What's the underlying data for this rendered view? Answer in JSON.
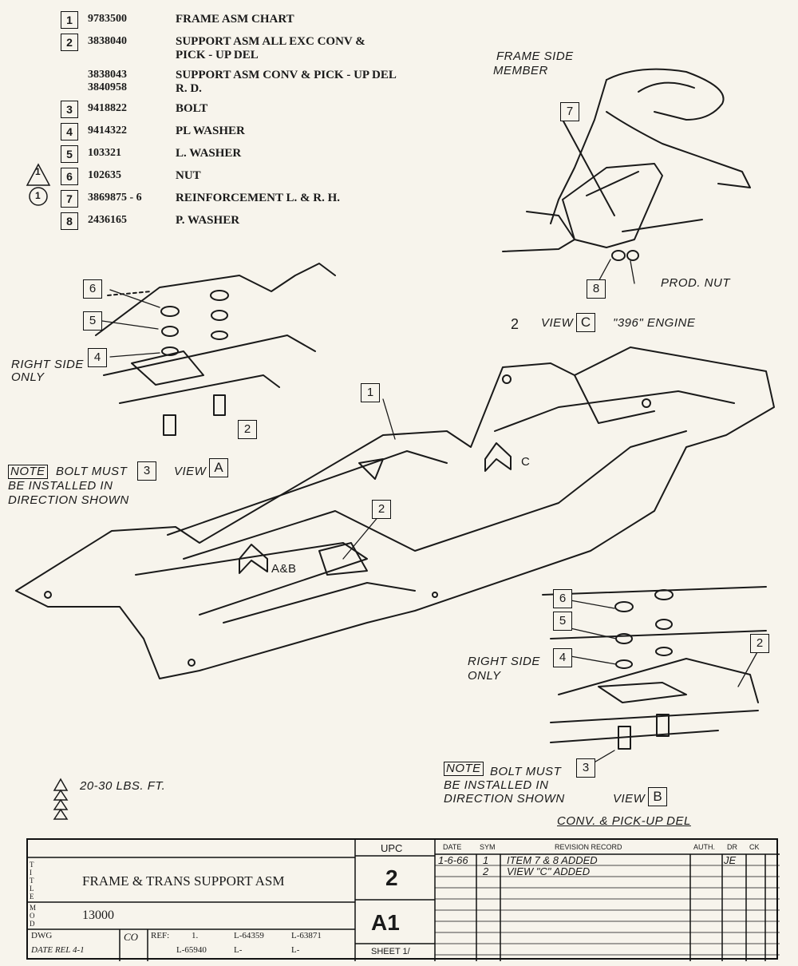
{
  "parts": [
    {
      "item": "1",
      "part_no": "9783500",
      "desc": "FRAME ASM CHART",
      "mark": ""
    },
    {
      "item": "2",
      "part_no": "3838040",
      "desc": "SUPPORT ASM ALL EXC CONV &",
      "desc2": "PICK - UP DEL",
      "mark": ""
    },
    {
      "item": "",
      "part_no": "3838043",
      "part_no2": "3840958",
      "desc": "SUPPORT ASM CONV & PICK - UP DEL",
      "desc2": "R. D.",
      "mark": ""
    },
    {
      "item": "3",
      "part_no": "9418822",
      "desc": "BOLT",
      "mark": ""
    },
    {
      "item": "4",
      "part_no": "9414322",
      "desc": "PL WASHER",
      "mark": ""
    },
    {
      "item": "5",
      "part_no": "103321",
      "desc": "L. WASHER",
      "mark": ""
    },
    {
      "item": "6",
      "part_no": "102635",
      "desc": "NUT",
      "mark": "1"
    },
    {
      "item": "7",
      "part_no": "3869875 - 6",
      "desc": "REINFORCEMENT L. & R. H.",
      "mark": "1"
    },
    {
      "item": "8",
      "part_no": "2436165",
      "desc": "P. WASHER",
      "mark": ""
    }
  ],
  "view_c": {
    "frame_side": "FRAME SIDE",
    "member": "MEMBER",
    "prod_nut": "PROD. NUT",
    "num": "2",
    "view": "VIEW",
    "letter": "C",
    "engine": "\"396\" ENGINE",
    "callout7": "7",
    "callout8": "8"
  },
  "view_a": {
    "right_side": "RIGHT SIDE",
    "only": "ONLY",
    "note": "NOTE",
    "bolt1": "BOLT MUST",
    "bolt2": "BE INSTALLED IN",
    "bolt3": "DIRECTION SHOWN",
    "view": "VIEW",
    "letter": "A",
    "c6": "6",
    "c5": "5",
    "c4": "4",
    "c3": "3",
    "c2": "2"
  },
  "view_b": {
    "right_side": "RIGHT SIDE",
    "only": "ONLY",
    "note": "NOTE",
    "bolt1": "BOLT MUST",
    "bolt2": "BE INSTALLED IN",
    "bolt3": "DIRECTION SHOWN",
    "view": "VIEW",
    "letter": "B",
    "caption": "CONV. & PICK-UP DEL",
    "c6": "6",
    "c5": "5",
    "c4": "4",
    "c3": "3",
    "c2": "2"
  },
  "frame": {
    "c1": "1",
    "c2": "2",
    "arrow_c": "C",
    "arrow_ab": "A&B"
  },
  "torque": {
    "spec": "20-30 LBS. FT."
  },
  "title_block": {
    "title_label": "TITLE",
    "title": "FRAME & TRANS SUPPORT ASM",
    "mod_label": "MOD",
    "mod": "13000",
    "dwg": "DWG",
    "co": "CO",
    "ref": "REF:",
    "ref1": "1.",
    "ref2": "L-64359",
    "ref3": "L-63871",
    "ref4": "L-65940",
    "ref5": "L-",
    "ref6": "L-",
    "date_rel": "DATE REL 4-1",
    "upc_label": "UPC",
    "upc": "2",
    "group": "A1",
    "sheet": "SHEET 1/",
    "headers": {
      "date": "DATE",
      "sym": "SYM",
      "rev": "REVISION RECORD",
      "auth": "AUTH.",
      "dr": "DR",
      "ck": "CK"
    },
    "revisions": [
      {
        "date": "1-6-66",
        "sym": "1",
        "text": "ITEM 7 & 8 ADDED",
        "auth": "",
        "dr": "JE"
      },
      {
        "date": "",
        "sym": "2",
        "text": "VIEW \"C\" ADDED",
        "auth": "",
        "dr": ""
      }
    ]
  }
}
